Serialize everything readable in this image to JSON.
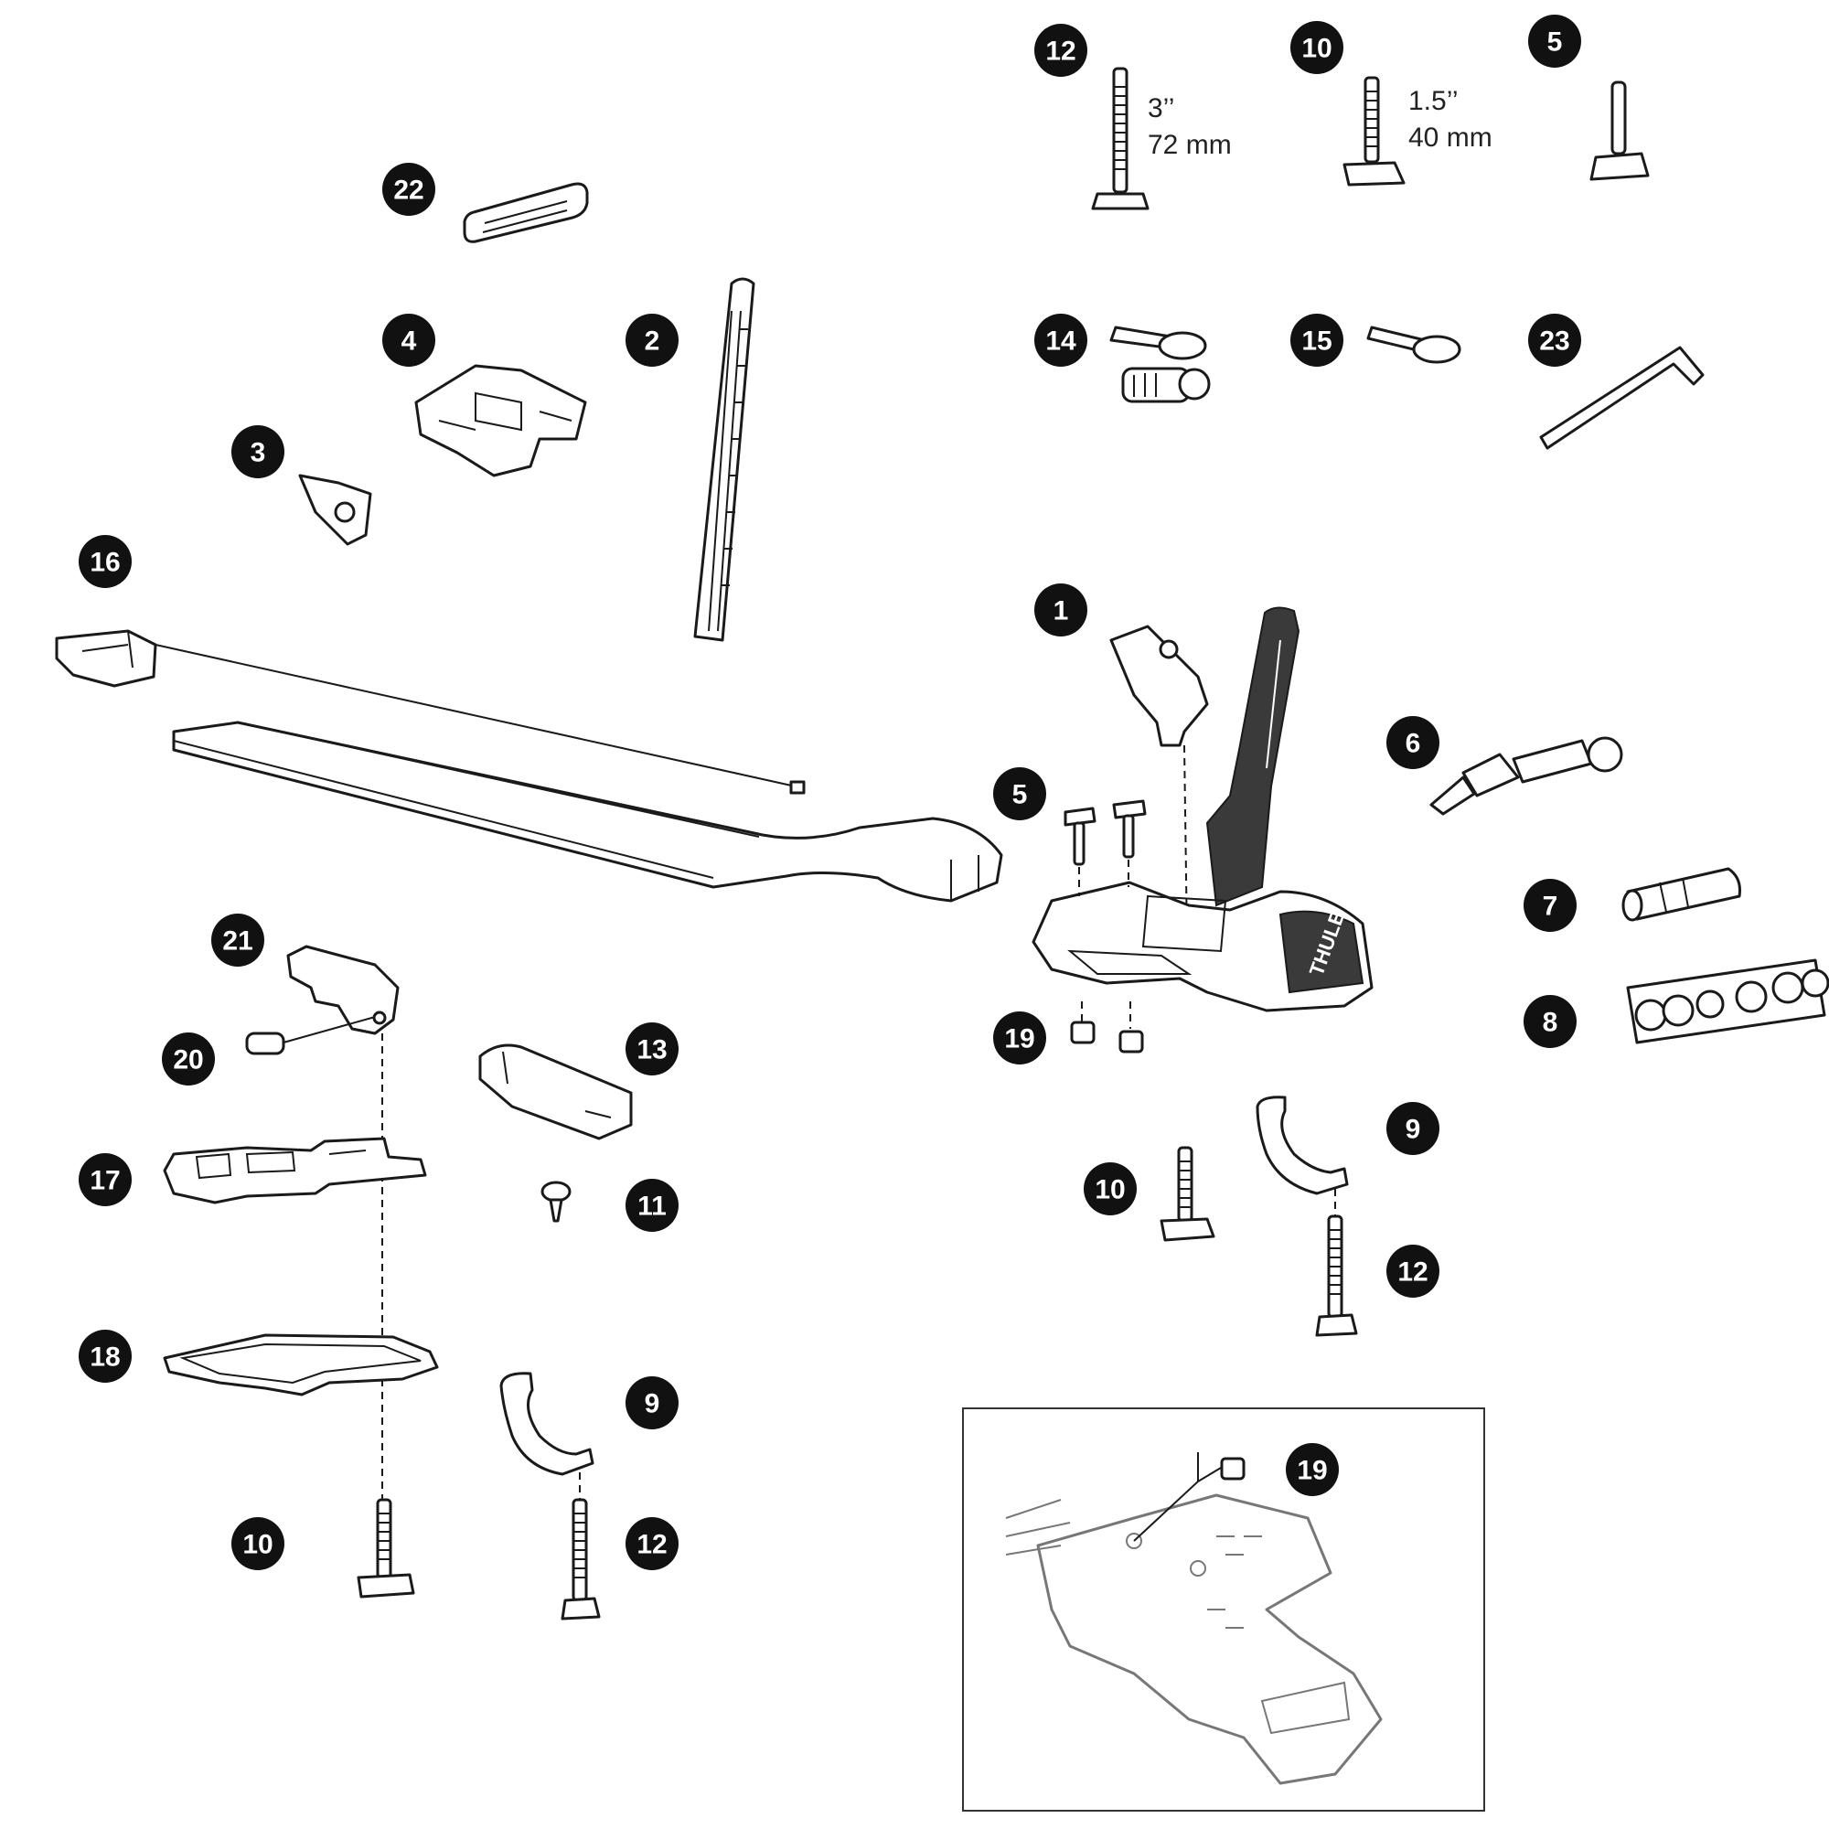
{
  "dimensions": {
    "long_bolt": [
      "3’’",
      "72 mm"
    ],
    "short_bolt": [
      "1.5’’",
      "40 mm"
    ]
  },
  "brand_label": "THULE",
  "callouts": [
    {
      "id": "c12-top",
      "label": "12"
    },
    {
      "id": "c10-top",
      "label": "10"
    },
    {
      "id": "c5-top",
      "label": "5"
    },
    {
      "id": "c22",
      "label": "22"
    },
    {
      "id": "c14",
      "label": "14"
    },
    {
      "id": "c15",
      "label": "15"
    },
    {
      "id": "c23",
      "label": "23"
    },
    {
      "id": "c4",
      "label": "4"
    },
    {
      "id": "c2",
      "label": "2"
    },
    {
      "id": "c3",
      "label": "3"
    },
    {
      "id": "c16",
      "label": "16"
    },
    {
      "id": "c1",
      "label": "1"
    },
    {
      "id": "c6",
      "label": "6"
    },
    {
      "id": "c5-mid",
      "label": "5"
    },
    {
      "id": "c7",
      "label": "7"
    },
    {
      "id": "c21",
      "label": "21"
    },
    {
      "id": "c20",
      "label": "20"
    },
    {
      "id": "c13",
      "label": "13"
    },
    {
      "id": "c19-mid",
      "label": "19"
    },
    {
      "id": "c8",
      "label": "8"
    },
    {
      "id": "c17",
      "label": "17"
    },
    {
      "id": "c11",
      "label": "11"
    },
    {
      "id": "c9-right",
      "label": "9"
    },
    {
      "id": "c10-right",
      "label": "10"
    },
    {
      "id": "c12-right",
      "label": "12"
    },
    {
      "id": "c18",
      "label": "18"
    },
    {
      "id": "c9-left",
      "label": "9"
    },
    {
      "id": "c19-inset",
      "label": "19"
    },
    {
      "id": "c10-left",
      "label": "10"
    },
    {
      "id": "c12-left",
      "label": "12"
    }
  ]
}
